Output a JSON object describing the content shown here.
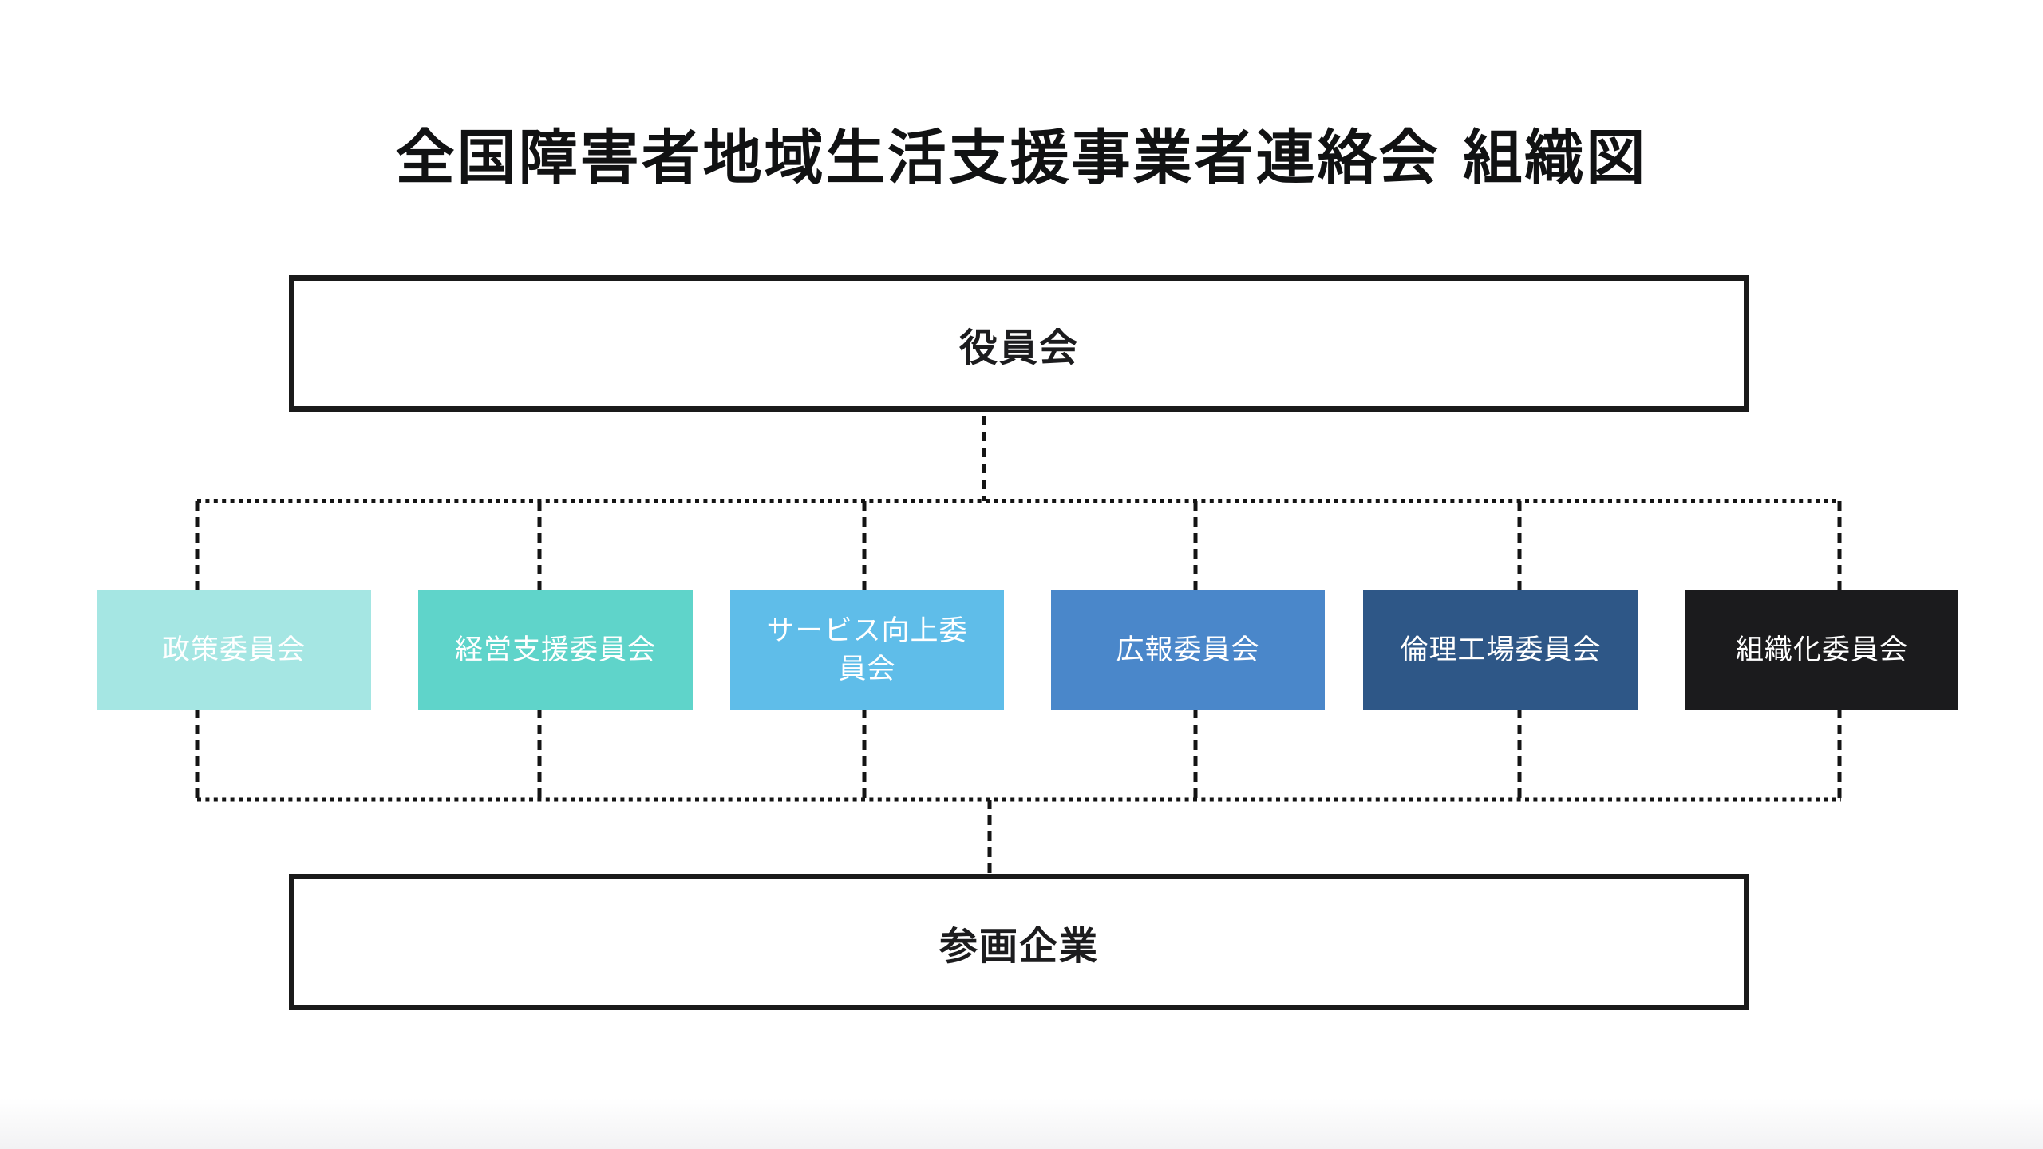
{
  "page": {
    "background": "#ffffff",
    "title": "全国障害者地域生活支援事業者連絡会 組織図"
  },
  "org_chart": {
    "top_node": {
      "label": "役員会"
    },
    "committees": [
      {
        "label": "政策委員会",
        "color": "#a5e6e3"
      },
      {
        "label": "経営支援委員会",
        "color": "#5fd4ca"
      },
      {
        "label": "サービス向上委員会",
        "color": "#5fbde9"
      },
      {
        "label": "広報委員会",
        "color": "#4a87ca"
      },
      {
        "label": "倫理工場委員会",
        "color": "#2e5787"
      },
      {
        "label": "組織化委員会",
        "color": "#1b1b1d"
      }
    ],
    "bottom_node": {
      "label": "参画企業"
    },
    "styles": {
      "node_border_color": "#1a1a1a",
      "connector_color": "#141414",
      "connector_style": "dotted",
      "committee_text_color": "#ffffff"
    }
  }
}
